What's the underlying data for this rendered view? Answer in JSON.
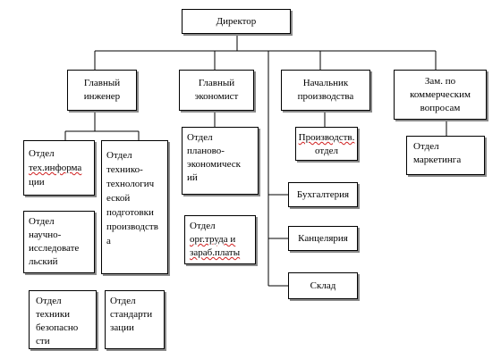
{
  "boxes": {
    "director": "Директор",
    "chief_engineer": "Главный\nинженер",
    "chief_economist": "Главный\nэкономист",
    "head_production": "Начальник\nпроизводства",
    "deputy_commercial": "Зам. по\nкоммерческим\nвопросам",
    "dept_tech_info": [
      "Отдел",
      "тех.информа",
      "ции"
    ],
    "dept_research": "Отдел\nнаучно-\nисследовате\nльский",
    "dept_safety": "Отдел\nтехники\nбезопасно\nсти",
    "dept_tech_prep": "Отдел\nтехнико-\nтехнологич\nеской\nподготовки\nпроизводств\nа",
    "dept_standards": "Отдел\nстандарти\nзации",
    "dept_planning": "Отдел\nпланово-\nэкономическ\nий",
    "dept_labor": [
      "Отдел",
      "орг.труда и",
      "зараб.платы"
    ],
    "dept_production": [
      "Производств.",
      "отдел"
    ],
    "dept_marketing": "Отдел\nмаркетинга",
    "accounting": "Бухгалтерия",
    "office": "Канцелярия",
    "warehouse": "Склад"
  }
}
